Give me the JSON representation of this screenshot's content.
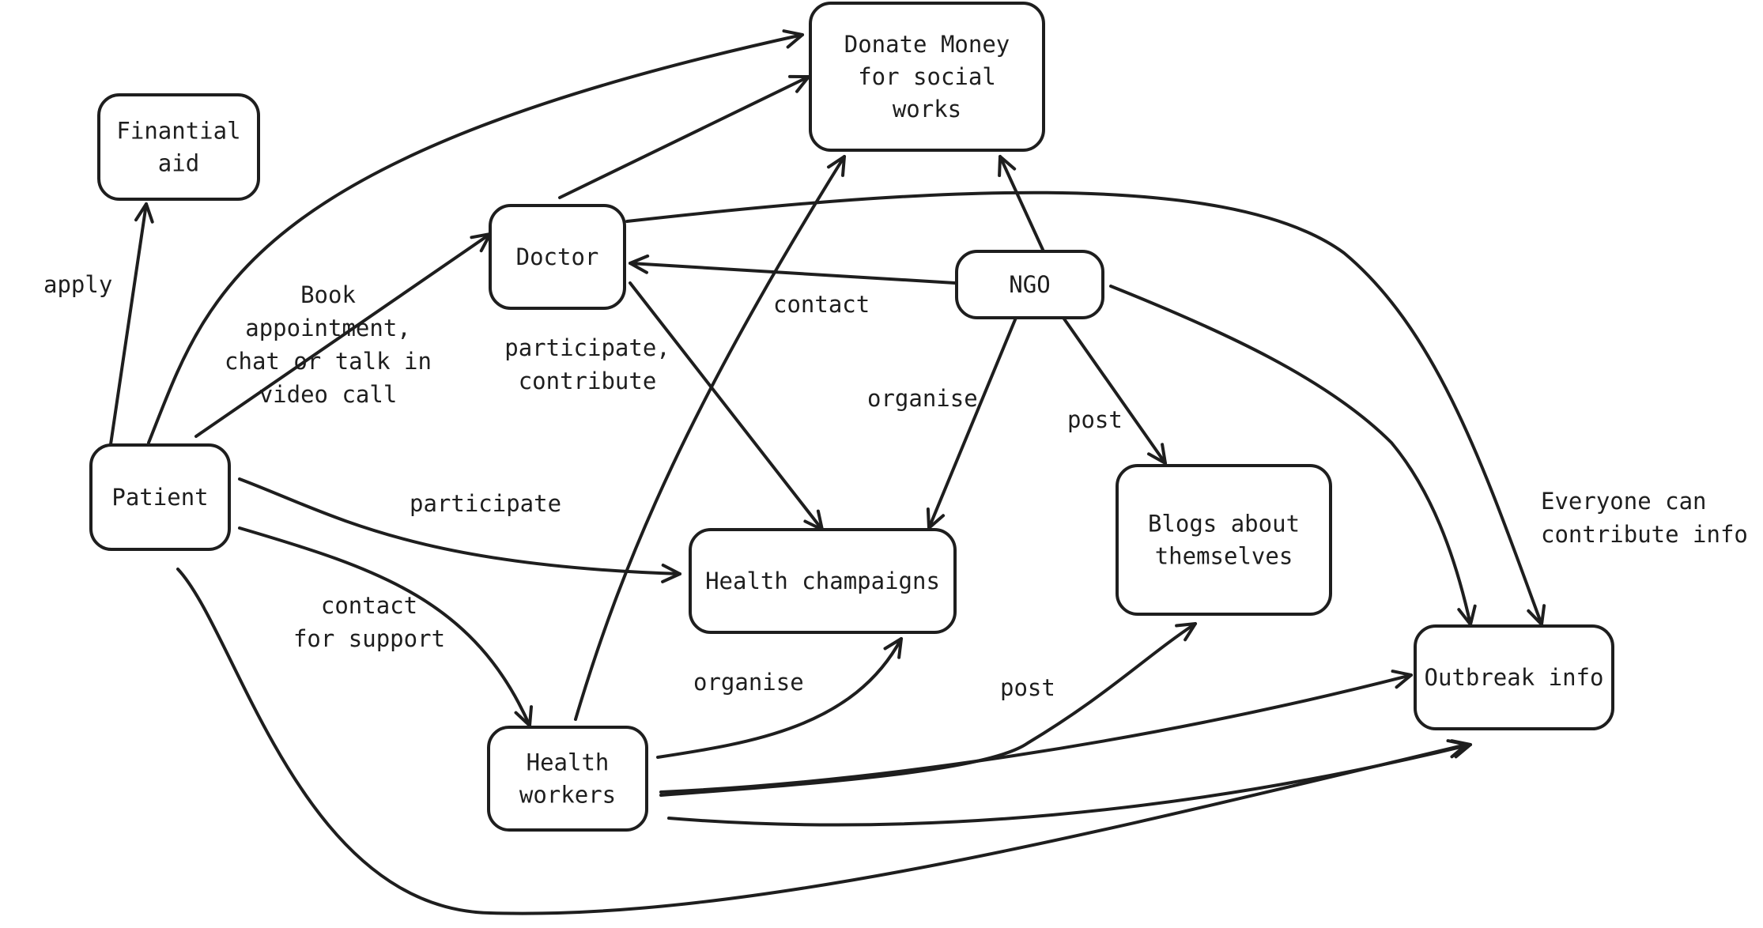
{
  "nodes": {
    "donate": [
      "Donate Money",
      "for social",
      "works"
    ],
    "finantial_aid": [
      "Finantial",
      "aid"
    ],
    "doctor": [
      "Doctor"
    ],
    "ngo": [
      "NGO"
    ],
    "patient": [
      "Patient"
    ],
    "health_champaigns": [
      "Health champaigns"
    ],
    "blogs": [
      "Blogs about",
      "themselves"
    ],
    "outbreak": [
      "Outbreak info"
    ],
    "health_workers": [
      "Health",
      "workers"
    ]
  },
  "labels": {
    "apply": [
      "apply"
    ],
    "book": [
      "Book",
      "appointment,",
      "chat or talk in",
      "video call"
    ],
    "participate_contribute": [
      "participate,",
      "contribute"
    ],
    "contact_ngo": [
      "contact"
    ],
    "organise_ngo": [
      "organise"
    ],
    "post_ngo": [
      "post"
    ],
    "participate": [
      "participate"
    ],
    "contact_support": [
      "contact",
      "for support"
    ],
    "organise_hw": [
      "organise"
    ],
    "post_hw": [
      "post"
    ],
    "everyone": [
      "Everyone can",
      "contribute info"
    ]
  }
}
